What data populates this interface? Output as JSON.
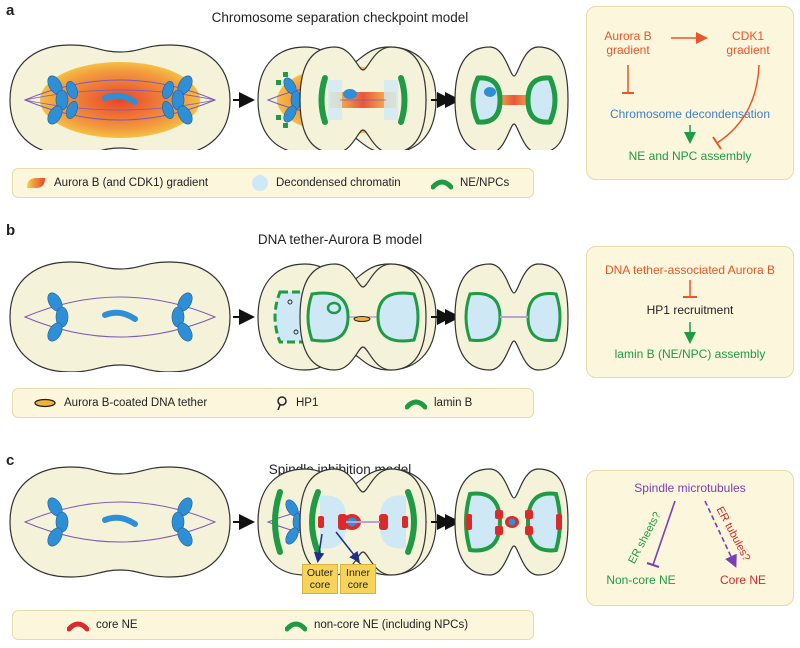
{
  "panel_a": {
    "letter": "a",
    "title": "Chromosome separation checkpoint model",
    "legend": [
      "Aurora B (and CDK1) gradient",
      "Decondensed chromatin",
      "NE/NPCs"
    ],
    "box": {
      "aurora": "Aurora B\ngradient",
      "cdk1": "CDK1\ngradient",
      "decond": "Chromosome decondensation",
      "assembly": "NE and NPC assembly"
    }
  },
  "panel_b": {
    "letter": "b",
    "title": "DNA tether-Aurora B model",
    "legend": [
      "Aurora B-coated DNA tether",
      "HP1",
      "lamin B"
    ],
    "box": {
      "top": "DNA tether-associated Aurora B",
      "mid": "HP1 recruitment",
      "bottom": "lamin B (NE/NPC) assembly"
    }
  },
  "panel_c": {
    "letter": "c",
    "title": "Spindle inhibition model",
    "tags": {
      "outer": "Outer\ncore",
      "inner": "Inner\ncore"
    },
    "legend": [
      "core NE",
      "non-core NE (including NPCs)"
    ],
    "box": {
      "top": "Spindle microtubules",
      "left_arrow": "ER sheets?",
      "right_arrow": "ER tubules?",
      "left": "Non-core NE",
      "right": "Core NE"
    }
  },
  "colors": {
    "cell_fill": "#f4f2d8",
    "chromosome": "#2f8fd6",
    "decondensed": "#cfe8f6",
    "ne_green": "#1f9a45",
    "core_red": "#d92b2b",
    "aurora_orange": "#f08a3c",
    "spindle_purple": "#7d5ab8"
  }
}
